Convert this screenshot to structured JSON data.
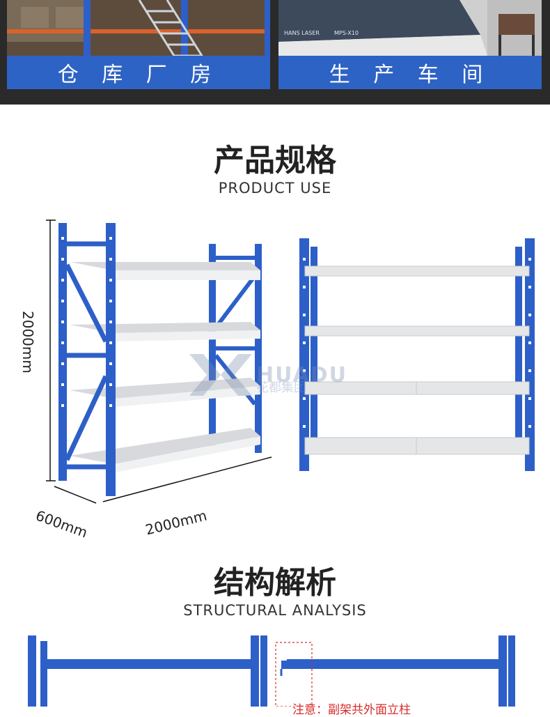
{
  "banner": {
    "left_caption": "仓 库 厂 房",
    "right_caption": "生 产 车 间",
    "machine_label": "HANS LASER",
    "machine_model": "MPS-X10"
  },
  "spec_section": {
    "title": "产品规格",
    "subtitle": "PRODUCT USE"
  },
  "dimensions": {
    "height": "2000mm",
    "depth": "600mm",
    "width": "2000mm"
  },
  "watermark": {
    "brand": "HUADU",
    "brand_cn": "花都集团"
  },
  "structure_section": {
    "title": "结构解析",
    "subtitle": "STRUCTURAL ANALYSIS",
    "note": "注意：副架共外面立柱"
  },
  "colors": {
    "rack_blue": "#2d5fc8",
    "shelf_gray": "#e4e6e8",
    "caption_blue": "#2d63c4",
    "note_red": "#d82b2b"
  }
}
